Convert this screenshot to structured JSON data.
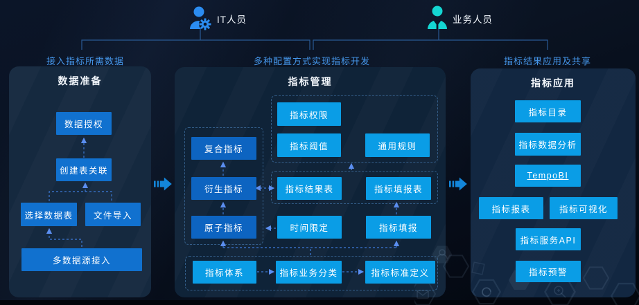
{
  "actors": [
    {
      "label": "IT人员",
      "icon": "it-person-gear-icon",
      "color": "#2b8cf0"
    },
    {
      "label": "业务人员",
      "icon": "business-person-icon",
      "color": "#14d6d2"
    }
  ],
  "stages": [
    {
      "label": "接入指标所需数据"
    },
    {
      "label": "多种配置方式实现指标开发"
    },
    {
      "label": "指标结果应用及共享"
    }
  ],
  "panels": {
    "data_prep": {
      "title": "数据准备",
      "boxes": [
        {
          "label": "数据授权"
        },
        {
          "label": "创建表关联"
        },
        {
          "label": "选择数据表"
        },
        {
          "label": "文件导入"
        },
        {
          "label": "多数据源接入"
        }
      ]
    },
    "metric_mgmt": {
      "title": "指标管理",
      "boxes": [
        {
          "label": "复合指标"
        },
        {
          "label": "衍生指标"
        },
        {
          "label": "原子指标"
        },
        {
          "label": "指标权限"
        },
        {
          "label": "指标阈值"
        },
        {
          "label": "通用规则"
        },
        {
          "label": "指标结果表"
        },
        {
          "label": "指标填报表"
        },
        {
          "label": "时间限定"
        },
        {
          "label": "指标填报"
        },
        {
          "label": "指标体系"
        },
        {
          "label": "指标业务分类"
        },
        {
          "label": "指标标准定义"
        }
      ]
    },
    "metric_app": {
      "title": "指标应用",
      "boxes": [
        {
          "label": "指标目录"
        },
        {
          "label": "指标数据分析"
        },
        {
          "label": "TempoBI"
        },
        {
          "label": "指标报表"
        },
        {
          "label": "指标可视化"
        },
        {
          "label": "指标服务API"
        },
        {
          "label": "指标预警"
        }
      ]
    }
  },
  "colors": {
    "panel_bg": "#12273d",
    "node_blue": "#1171cf",
    "node_deep_blue": "#0d64c1",
    "node_bright_blue": "#0a9de6",
    "stage_label_blue": "#4596ea",
    "actor_it_blue": "#2b8cf0",
    "actor_business_cyan": "#14d6d2",
    "connector_blue": "#3d7ad8"
  }
}
